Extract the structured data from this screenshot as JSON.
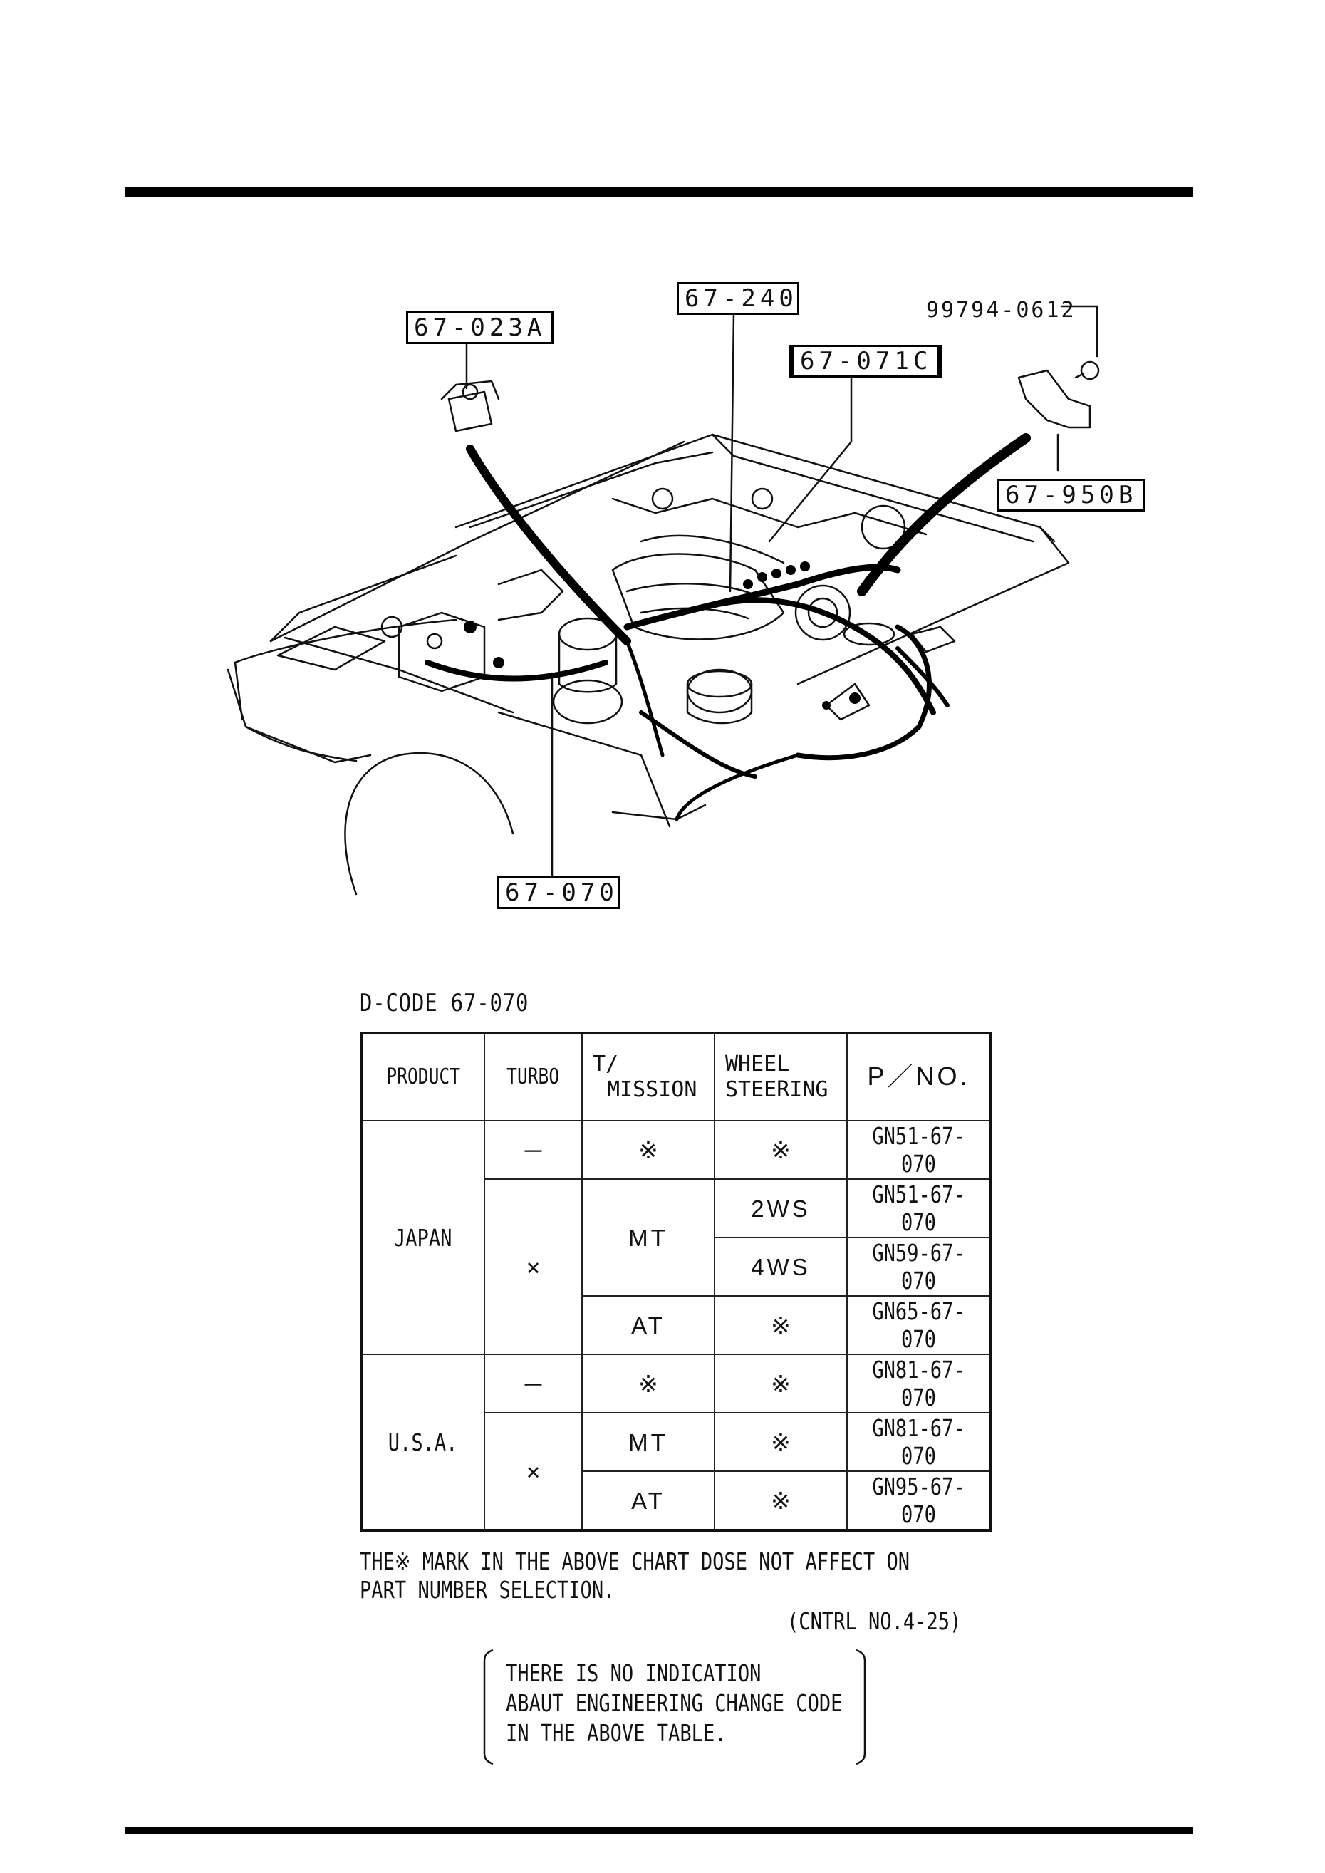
{
  "diagram": {
    "callouts": {
      "c_023a": "67-023A",
      "c_240": "67-240",
      "c_071c": "67-071C",
      "c_950b": "67-950B",
      "c_070": "67-070"
    },
    "part_number": "99794-0612"
  },
  "dcode_label": "D-CODE 67-070",
  "table": {
    "headers": {
      "product": "PRODUCT",
      "turbo": "TURBO",
      "mission_line1": "T/",
      "mission_line2": "MISSION",
      "steering_line1": "WHEEL",
      "steering_line2": "STEERING",
      "pno": "P／NO."
    },
    "japan": {
      "product": "JAPAN",
      "turbo_dash": "－",
      "turbo_x": "×",
      "r1_mission": "※",
      "r1_steering": "※",
      "r1_pno": "GN51-67-070",
      "mt": "MT",
      "r2_steering": "2WS",
      "r2_pno": "GN51-67-070",
      "r3_steering": "4WS",
      "r3_pno": "GN59-67-070",
      "at": "AT",
      "r4_steering": "※",
      "r4_pno": "GN65-67-070"
    },
    "usa": {
      "product": "U.S.A.",
      "turbo_dash": "－",
      "turbo_x": "×",
      "r1_mission": "※",
      "r1_steering": "※",
      "r1_pno": "GN81-67-070",
      "mt": "MT",
      "r2_steering": "※",
      "r2_pno": "GN81-67-070",
      "at": "AT",
      "r3_steering": "※",
      "r3_pno": "GN95-67-070"
    }
  },
  "note": "THE※ MARK IN THE ABOVE CHART DOSE NOT AFFECT ON\nPART NUMBER SELECTION.",
  "control_no": "(CNTRL NO.4-25)",
  "box_note": "THERE IS NO INDICATION\nABAUT ENGINEERING CHANGE CODE\nIN THE ABOVE TABLE."
}
